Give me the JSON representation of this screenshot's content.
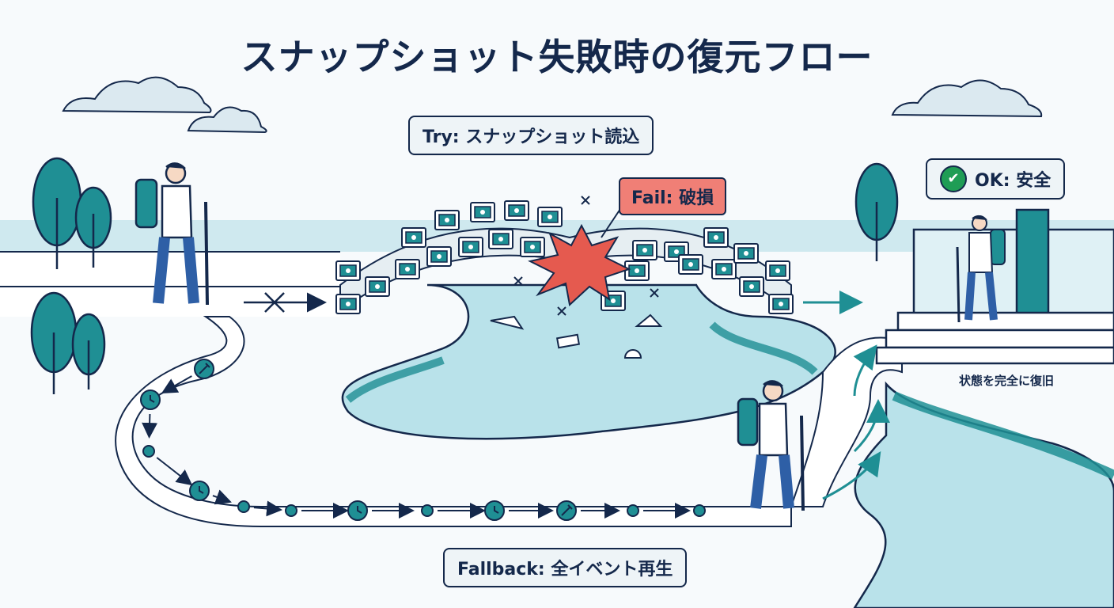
{
  "title": "スナップショット失敗時の復元フロー",
  "labels": {
    "try": "Try: スナップショット読込",
    "fail": "Fail: 破損",
    "ok": "OK: 安全",
    "fallback": "Fallback: 全イベント再生",
    "restore_caption": "状態を完全に復旧"
  },
  "icons": {
    "ok": "check-circle-icon",
    "snapshot": "photo-frame-icon",
    "event": "clock-icon",
    "event_tool": "wrench-icon",
    "failure": "x-mark-icon"
  },
  "colors": {
    "navy": "#14284b",
    "teal": "#1f8f94",
    "water": "#b9e2ea",
    "fail_red": "#f07f76",
    "ok_green": "#1f9d55"
  }
}
